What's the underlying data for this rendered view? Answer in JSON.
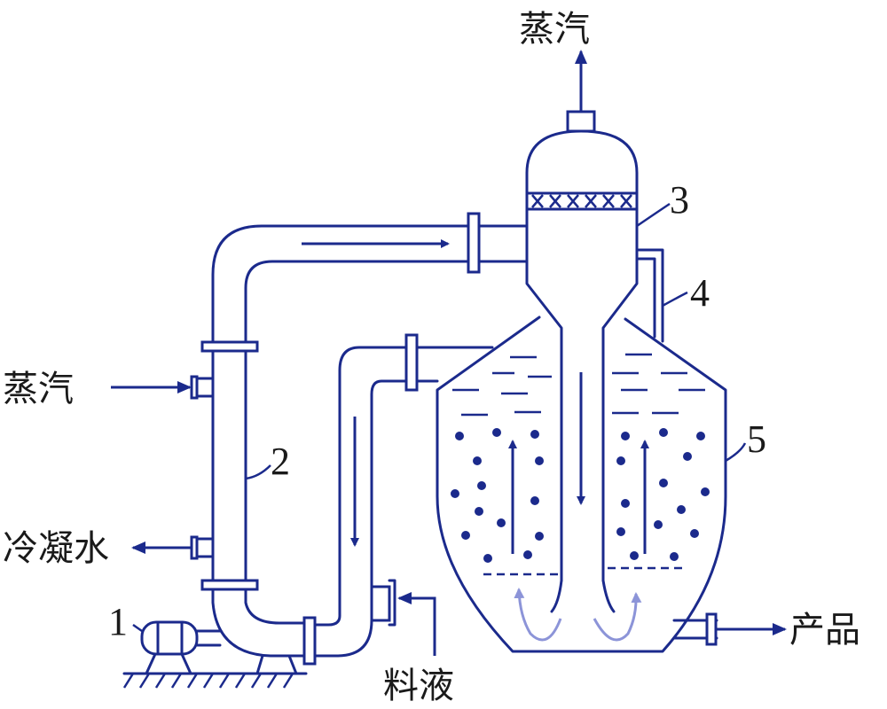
{
  "labels": {
    "steam_out": "蒸汽",
    "steam_in": "蒸汽",
    "condensate": "冷凝水",
    "feed": "料液",
    "product": "产品"
  },
  "numbers": {
    "n1": "1",
    "n2": "2",
    "n3": "3",
    "n4": "4",
    "n5": "5"
  },
  "colors": {
    "line": "#1b2a8c",
    "swirl": "#8c94d8"
  }
}
